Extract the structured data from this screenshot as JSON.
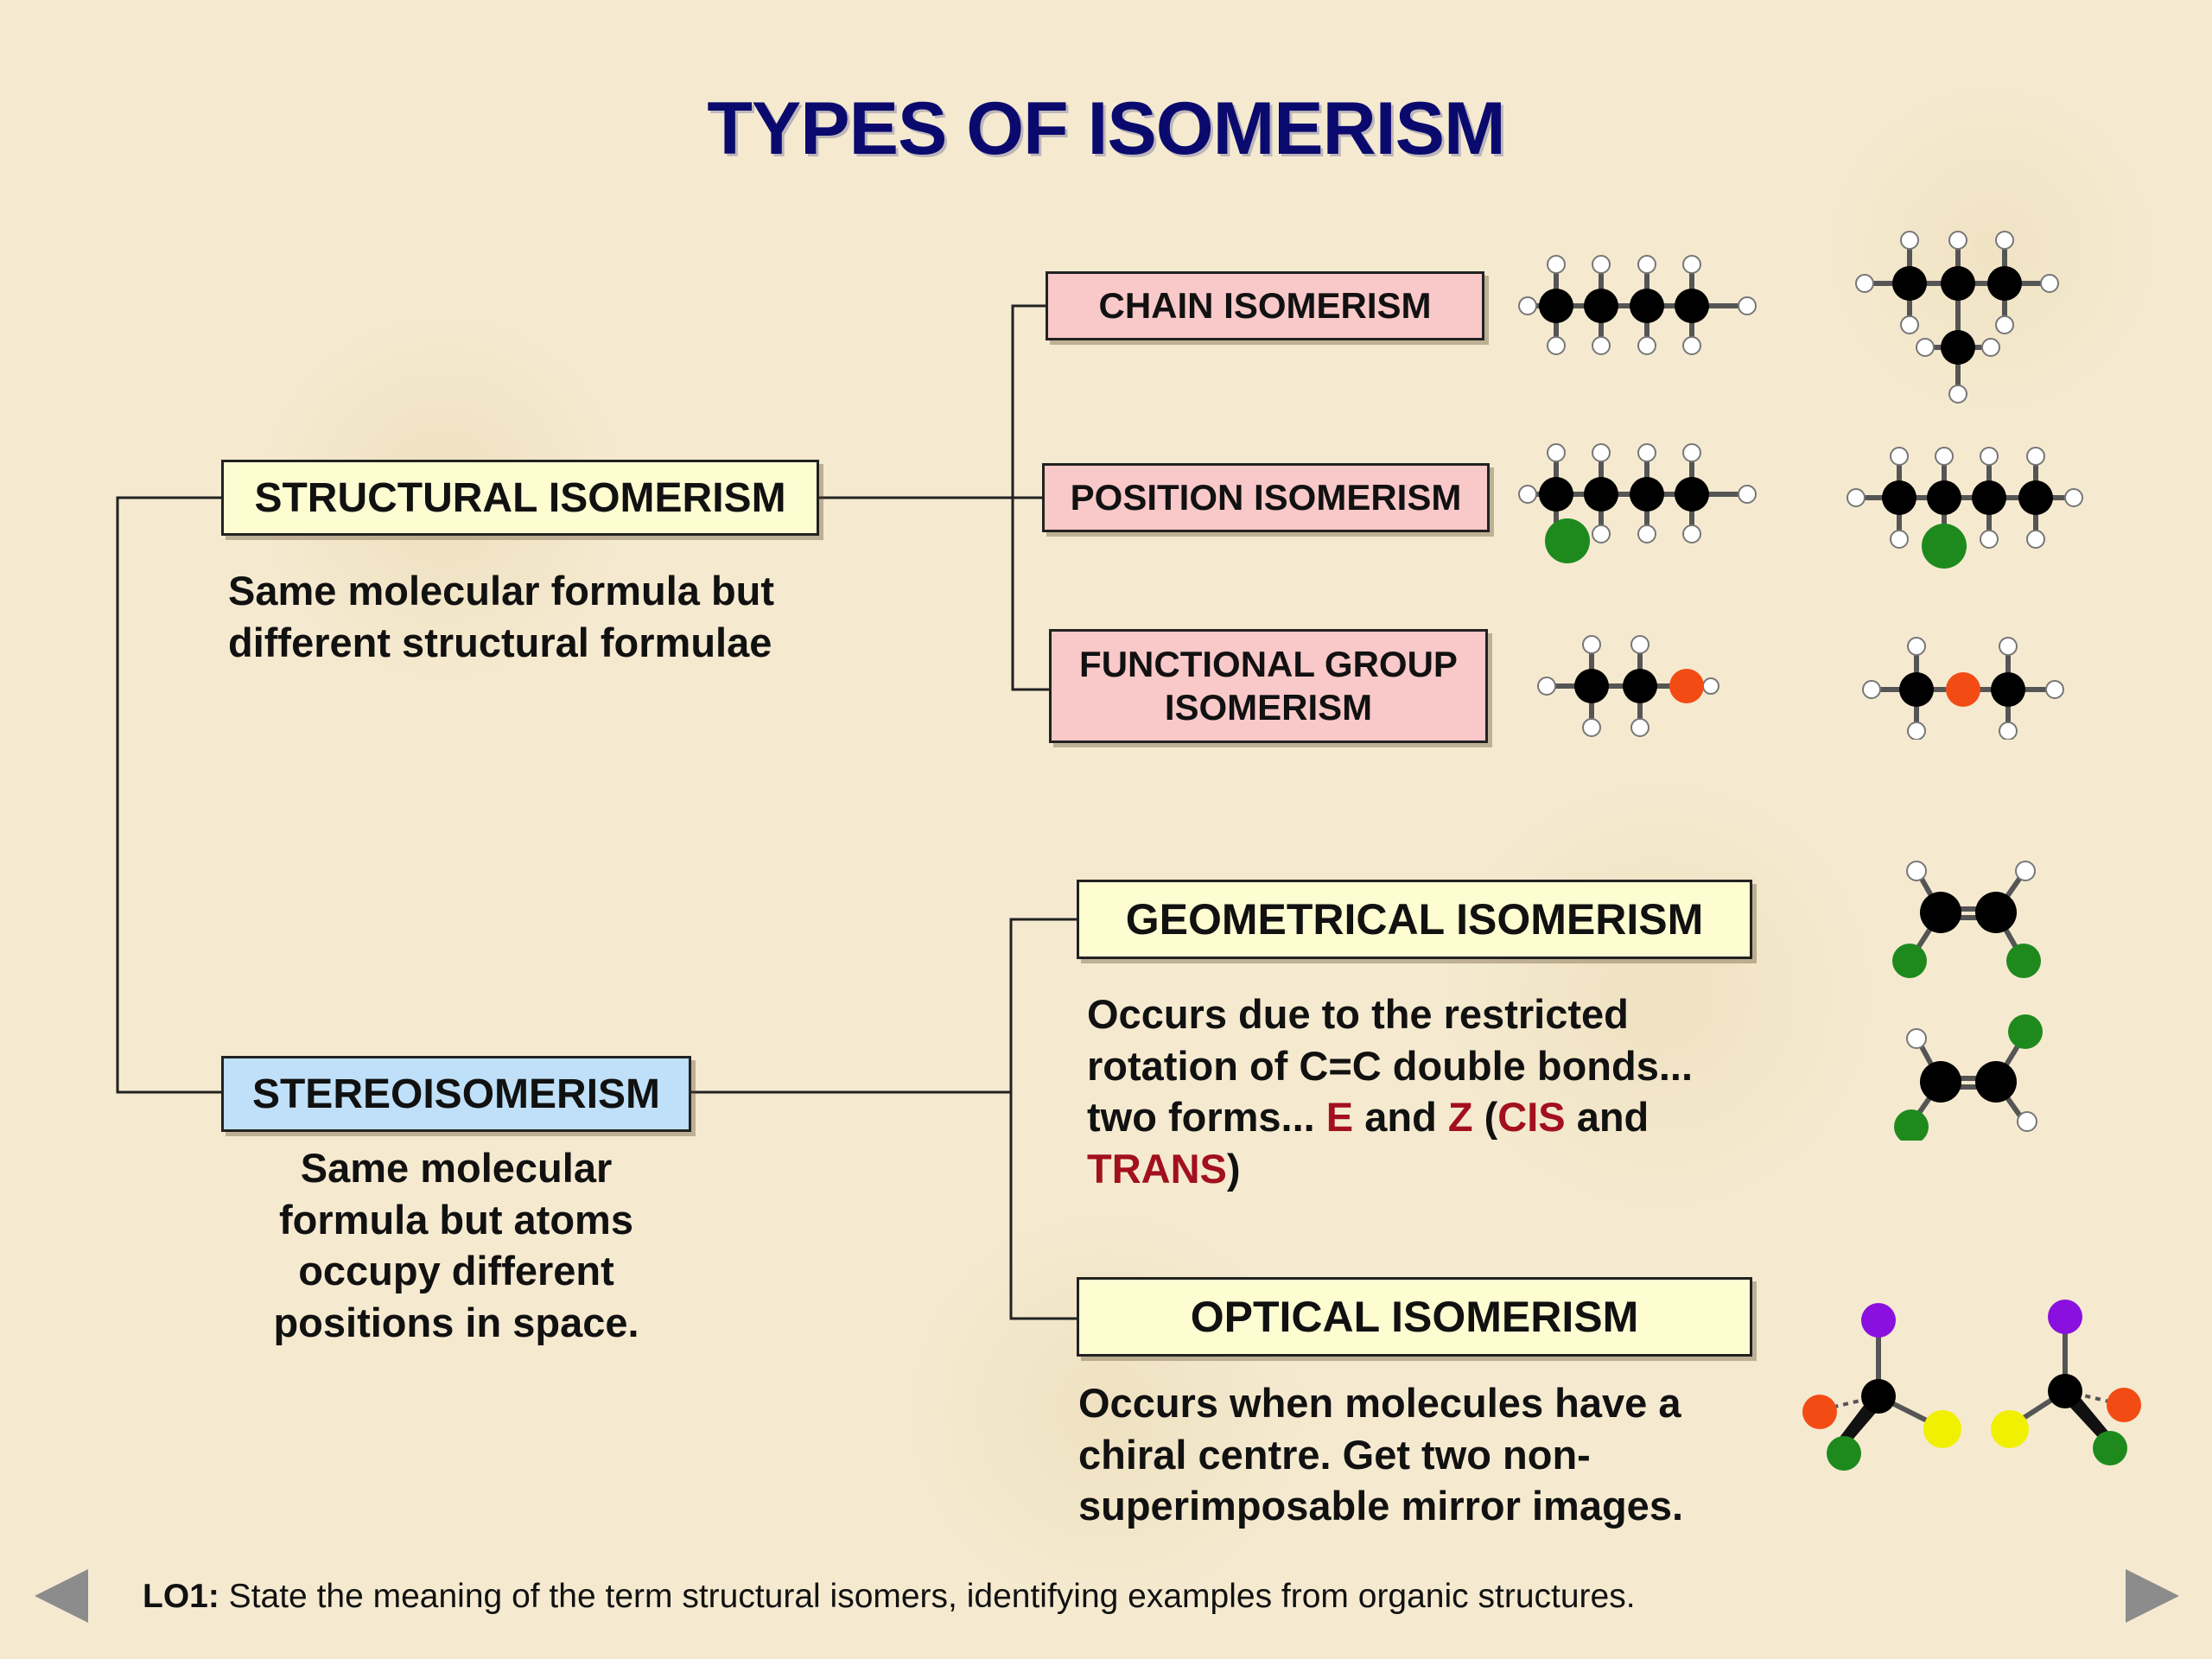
{
  "title": "TYPES OF ISOMERISM",
  "structural": {
    "label": "STRUCTURAL ISOMERISM",
    "description": [
      "Same molecular formula but",
      "different structural formulae"
    ]
  },
  "stereo": {
    "label": "STEREOISOMERISM",
    "description": [
      "Same molecular",
      "formula but atoms",
      "occupy different",
      "positions in space."
    ]
  },
  "chain": {
    "label": "CHAIN ISOMERISM"
  },
  "position": {
    "label": "POSITION ISOMERISM"
  },
  "functional": {
    "label_line1": "FUNCTIONAL GROUP",
    "label_line2": "ISOMERISM"
  },
  "geometrical": {
    "label": "GEOMETRICAL ISOMERISM",
    "desc_line1": "Occurs due to the restricted",
    "desc_line2": "rotation of C=C double bonds...",
    "desc_line3_a": "two forms... ",
    "desc_E": "E",
    "desc_and1": " and ",
    "desc_Z": "Z",
    "desc_paren_open": " (",
    "desc_CIS": "CIS",
    "desc_and2": " and",
    "desc_TRANS": "TRANS",
    "desc_paren_close": ")"
  },
  "optical": {
    "label": "OPTICAL ISOMERISM",
    "description": [
      "Occurs when molecules have a",
      "chiral centre.  Get two non-",
      "superimposable mirror images."
    ]
  },
  "footer": {
    "lo_label": "LO1:",
    "lo_text": " State the meaning of the term structural isomers, identifying examples from organic structures."
  },
  "colors": {
    "title": "#0a0a6e",
    "carbon": "#000000",
    "hydrogen": "#ffffff",
    "chlorine": "#1e8a1e",
    "oxygen": "#f24c14",
    "iodine": "#8a10e0",
    "yellow_atom": "#f0f000",
    "highlight": "#a3101d"
  },
  "icons": [
    "prev-arrow-icon",
    "next-arrow-icon"
  ]
}
